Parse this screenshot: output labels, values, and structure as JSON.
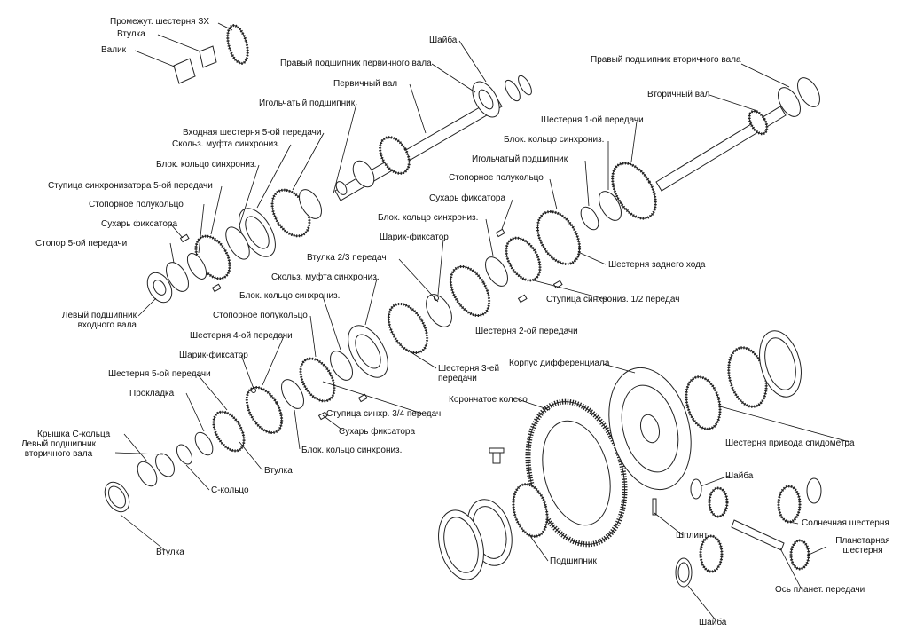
{
  "labels": {
    "idler_gear": "Промежут. шестерня ЗХ",
    "bushing_idler": "Втулка",
    "idler_shaft": "Валик",
    "washer_top": "Шайба",
    "right_bearing_input": "Правый подшипник первичного вала",
    "input_shaft": "Первичный вал",
    "needle_bearing_top": "Игольчатый подшипник",
    "input_gear_5": "Входная шестерня 5-ой передачи",
    "sync_sleeve_top": "Скольз. муфта синхрониз.",
    "blocker_ring_top": "Блок. кольцо синхрониз.",
    "hub_5": "Ступица синхронизатора 5-ой передачи",
    "half_ring_top": "Стопорное полукольцо",
    "key_top": "Сухарь фиксатора",
    "stop_5": "Стопор 5-ой передачи",
    "left_bearing_input": "Левый подшипник\nвходного вала",
    "right_bearing_output": "Правый подшипник вторичного вала",
    "output_shaft": "Вторичный вал",
    "gear_1": "Шестерня 1-ой передачи",
    "blocker_ring_r1": "Блок. кольцо синхрониз.",
    "needle_bearing_mid": "Игольчатый подшипник",
    "half_ring_mid": "Стопорное полукольцо",
    "key_mid": "Сухарь фиксатора",
    "blocker_ring_mid": "Блок. кольцо синхрониз.",
    "ball_detent_mid": "Шарик-фиксатор",
    "reverse_gear": "Шестерня заднего хода",
    "hub_12": "Ступица синхрониз. 1/2 передач",
    "bushing_23": "Втулка 2/3 передач",
    "sync_sleeve_mid": "Скольз. муфта синхрониз.",
    "blocker_ring_mid2": "Блок. кольцо синхрониз.",
    "gear_2": "Шестерня 2-ой передачи",
    "half_ring_low": "Стопорное полукольцо",
    "gear_4": "Шестерня 4-ой передачи",
    "ball_detent_low": "Шарик-фиксатор",
    "gear_3": "Шестерня 3-ей\nпередачи",
    "gear_5": "Шестерня 5-ой передачи",
    "gasket": "Прокладка",
    "hub_34": "Ступица синхр. 3/4 передач",
    "key_low": "Сухарь фиксатора",
    "blocker_ring_low": "Блок. кольцо синхрониз.",
    "c_ring_cover": "Крышка С-кольца",
    "left_bearing_output": "Левый подшипник\nвторичного вала",
    "bushing_low": "Втулка",
    "c_ring": "С-кольцо",
    "bushing_bottom": "Втулка",
    "diff_case": "Корпус дифференциала",
    "ring_gear": "Корончатое колесо",
    "speedo_gear": "Шестерня привода спидометра",
    "washer_r": "Шайба",
    "sun_gear": "Солнечная шестерня",
    "cotter_pin": "Шплинт",
    "planet_gear": "Планетарная\nшестерня",
    "bearing_diff": "Подшипник",
    "pinion_shaft": "Ось планет. передачи",
    "washer_bottom": "Шайба"
  },
  "colors": {
    "ink": "#111111",
    "paper": "#ffffff"
  }
}
